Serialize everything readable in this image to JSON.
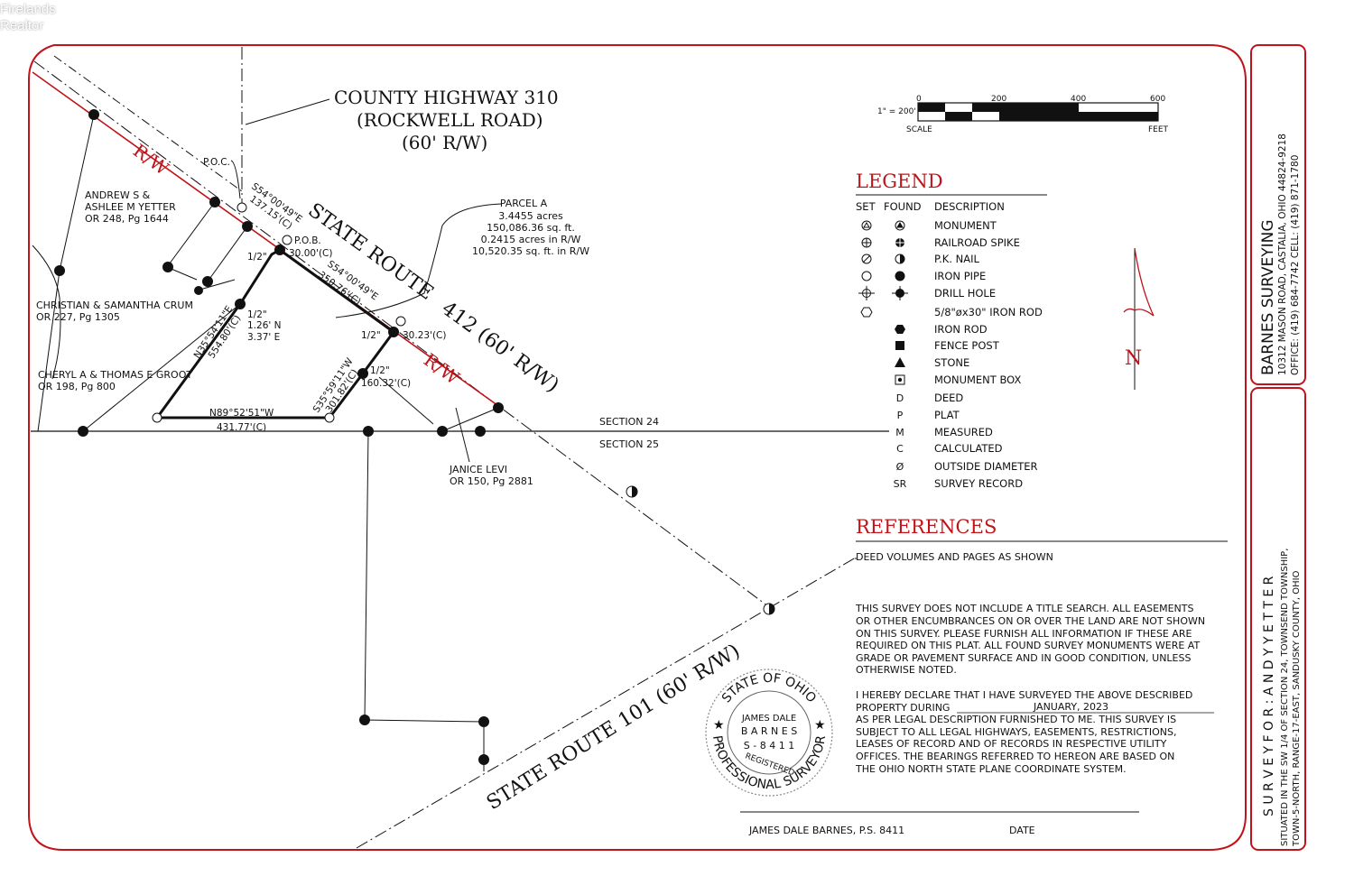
{
  "watermark": {
    "line1": "Firelands",
    "line2": "Realtor"
  },
  "roads": {
    "county_hwy": {
      "line1": "COUNTY HIGHWAY 310",
      "line2": "(ROCKWELL ROAD)",
      "line3": "(60' R/W)"
    },
    "sr412": {
      "name": "STATE ROUTE",
      "number": "412 (60' R/W)"
    },
    "sr101": "STATE ROUTE 101 (60' R/W)",
    "rw": "R/W"
  },
  "sections": {
    "north": "SECTION 24",
    "south": "SECTION 25"
  },
  "owners": {
    "yetter": {
      "line1": "ANDREW S &",
      "line2": "ASHLEE M YETTER",
      "line3": "OR 248, Pg 1644"
    },
    "crum": {
      "line1": "CHRISTIAN & SAMANTHA CRUM",
      "line2": "OR 227, Pg 1305"
    },
    "groot": {
      "line1": "CHERYL A & THOMAS E GROOT",
      "line2": "OR 198, Pg 800"
    },
    "levi": {
      "line1": "JANICE LEVI",
      "line2": "OR 150, Pg 2881"
    }
  },
  "parcel": {
    "title": "PARCEL A",
    "acres": "3.4455 acres",
    "sqft": "150,086.36 sq. ft.",
    "rw_acres": "0.2415 acres in R/W",
    "rw_sqft": "10,520.35 sq. ft. in R/W"
  },
  "survey_labels": {
    "poc": "P.O.C.",
    "pob": "P.O.B.",
    "bearing1": "S54°00'49\"E",
    "dist1": "137.15'(C)",
    "dist_pob": "30.00'(C)",
    "bearing2": "S54°00'49\"E",
    "dist2": "350.76'(C)",
    "dist3": "30.23'(C)",
    "bearing_w": "N35°54'11\"E",
    "dist_w": "554.80'(C)",
    "bearing_s": "N89°52'51\"W",
    "dist_s": "431.77'(C)",
    "bearing_e": "S35°59'11\"W",
    "dist_e": "301.82'(C)",
    "dist_e2": "160.32'(C)",
    "half_a": "1/2\"",
    "half_b": "1/2\"",
    "half_c": "1/2\"",
    "half_d": "1/2\"",
    "offset1": "1.26' N",
    "offset2": "3.37' E"
  },
  "scale": {
    "ratio": "1\" = 200'",
    "label": "SCALE",
    "unit": "FEET",
    "ticks": [
      "0",
      "200",
      "400",
      "600"
    ]
  },
  "legend": {
    "title": "LEGEND",
    "header_set": "SET",
    "header_found": "FOUND",
    "header_desc": "DESCRIPTION",
    "items": [
      {
        "set": "",
        "found": "",
        "desc": "MONUMENT"
      },
      {
        "set": "",
        "found": "",
        "desc": "RAILROAD SPIKE"
      },
      {
        "set": "",
        "found": "",
        "desc": "P.K. NAIL"
      },
      {
        "set": "",
        "found": "",
        "desc": "IRON PIPE"
      },
      {
        "set": "",
        "found": "",
        "desc": "DRILL HOLE"
      },
      {
        "set": "",
        "found": "",
        "desc": "5/8\"øx30\" IRON ROD"
      },
      {
        "set": "",
        "found": "",
        "desc": "IRON ROD"
      },
      {
        "set": "",
        "found": "",
        "desc": "FENCE POST"
      },
      {
        "set": "",
        "found": "",
        "desc": "STONE"
      },
      {
        "set": "",
        "found": "",
        "desc": "MONUMENT BOX"
      },
      {
        "set": "D",
        "found": "",
        "desc": "DEED"
      },
      {
        "set": "P",
        "found": "",
        "desc": "PLAT"
      },
      {
        "set": "M",
        "found": "",
        "desc": "MEASURED"
      },
      {
        "set": "C",
        "found": "",
        "desc": "CALCULATED"
      },
      {
        "set": "Ø",
        "found": "",
        "desc": "OUTSIDE DIAMETER"
      },
      {
        "set": "SR",
        "found": "",
        "desc": "SURVEY RECORD"
      }
    ]
  },
  "north": "N",
  "references": {
    "title": "REFERENCES",
    "line": "DEED VOLUMES AND PAGES AS SHOWN",
    "notes": [
      "THIS SURVEY DOES NOT INCLUDE A TITLE SEARCH.  ALL EASEMENTS",
      "OR OTHER ENCUMBRANCES ON OR OVER THE LAND ARE NOT SHOWN",
      "ON THIS SURVEY.  PLEASE FURNISH ALL INFORMATION IF THESE ARE",
      "REQUIRED ON THIS PLAT.  ALL FOUND SURVEY MONUMENTS WERE AT",
      "GRADE OR PAVEMENT SURFACE AND IN GOOD CONDITION, UNLESS",
      "OTHERWISE NOTED."
    ],
    "declare1": "I HEREBY DECLARE THAT I HAVE SURVEYED THE ABOVE DESCRIBED",
    "declare2": "PROPERTY DURING",
    "declare_date": "JANUARY, 2023",
    "declare_rest": [
      "AS PER LEGAL DESCRIPTION FURNISHED TO ME.  THIS SURVEY IS",
      "SUBJECT TO ALL LEGAL HIGHWAYS, EASEMENTS, RESTRICTIONS,",
      "LEASES OF RECORD AND OF RECORDS IN RESPECTIVE UTILITY",
      "OFFICES.  THE BEARINGS REFERRED TO HEREON ARE BASED ON",
      "THE OHIO NORTH STATE PLANE COORDINATE SYSTEM."
    ]
  },
  "seal": {
    "top": "STATE OF OHIO",
    "bottom": "PROFESSIONAL SURVEYOR",
    "name1": "JAMES DALE",
    "name2": "B A R N E S",
    "number": "S - 8 4 1 1",
    "registered": "REGISTERED"
  },
  "signature": {
    "name": "JAMES DALE BARNES, P.S. 8411",
    "date": "DATE"
  },
  "titleblock": {
    "company": "BARNES SURVEYING",
    "address": "10312 MASON ROAD, CASTALIA, OHIO 44824-9218",
    "phone": "OFFICE: (419) 684-7742    CELL: (419) 871-1780",
    "survey_for": "S U R V E Y   F O R :   A N D Y   Y E T T E R",
    "situated1": "SITUATED IN THE SW 1/4 OF SECTION 24, TOWNSEND TOWNSHIP,",
    "situated2": "TOWN-5-NORTH, RANGE-17-EAST, SANDUSKY COUNTY, OHIO"
  },
  "colors": {
    "border": "#c0141a",
    "line": "#111111",
    "rw_line": "#c0141a"
  }
}
